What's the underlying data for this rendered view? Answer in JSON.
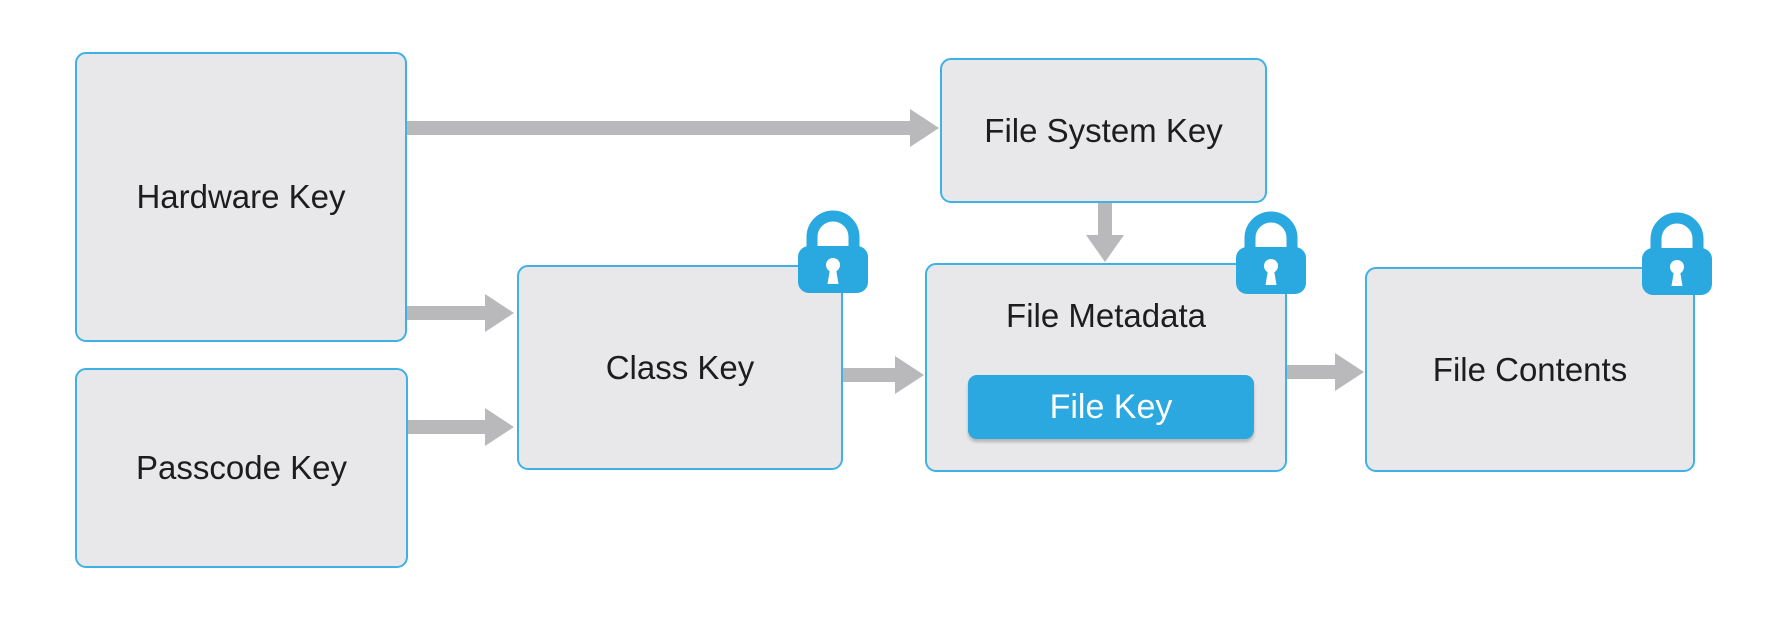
{
  "colors": {
    "background": "#ffffff",
    "box_fill": "#e8e8ea",
    "box_border": "#3fb1e5",
    "arrow": "#b9b9bb",
    "lock_blue": "#29a9e0",
    "file_key_fill": "#2ba8df",
    "label_text": "#1d1d1f",
    "file_key_text": "#ffffff"
  },
  "nodes": {
    "hardware_key": {
      "label": "Hardware Key",
      "locked": false
    },
    "passcode_key": {
      "label": "Passcode Key",
      "locked": false
    },
    "class_key": {
      "label": "Class Key",
      "locked": true
    },
    "file_system_key": {
      "label": "File System Key",
      "locked": false
    },
    "file_metadata": {
      "label": "File Metadata",
      "locked": true,
      "inner_key_label": "File Key"
    },
    "file_contents": {
      "label": "File Contents",
      "locked": true
    }
  },
  "edges": [
    {
      "from": "Hardware Key",
      "to": "File System Key",
      "direction": "right"
    },
    {
      "from": "Hardware Key",
      "to": "Class Key",
      "direction": "right"
    },
    {
      "from": "Passcode Key",
      "to": "Class Key",
      "direction": "right"
    },
    {
      "from": "Class Key",
      "to": "File Metadata",
      "direction": "right"
    },
    {
      "from": "File System Key",
      "to": "File Metadata",
      "direction": "down"
    },
    {
      "from": "File Metadata",
      "to": "File Contents",
      "direction": "right"
    }
  ]
}
